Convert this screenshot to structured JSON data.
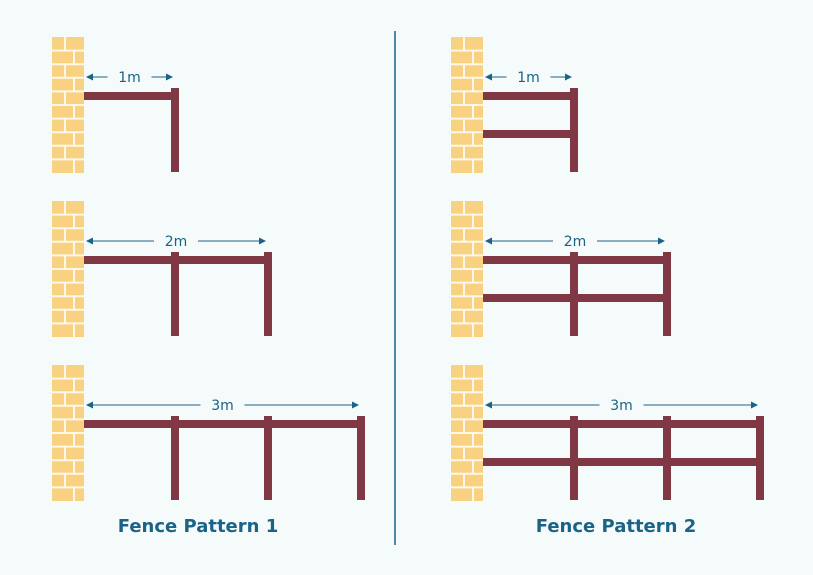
{
  "colors": {
    "background": "#f5fafa",
    "brick_fill": "#f8d281",
    "brick_mortar": "#fef8ea",
    "fence": "#813845",
    "measure": "#1a6386",
    "divider": "#1a6386"
  },
  "patterns": [
    {
      "caption": "Fence Pattern 1",
      "rails_per_section": 1,
      "rows": [
        {
          "label": "1m",
          "length_m": 1
        },
        {
          "label": "2m",
          "length_m": 2
        },
        {
          "label": "3m",
          "length_m": 3
        }
      ]
    },
    {
      "caption": "Fence Pattern 2",
      "rails_per_section": 2,
      "rows": [
        {
          "label": "1m",
          "length_m": 1
        },
        {
          "label": "2m",
          "length_m": 2
        },
        {
          "label": "3m",
          "length_m": 3
        }
      ]
    }
  ]
}
